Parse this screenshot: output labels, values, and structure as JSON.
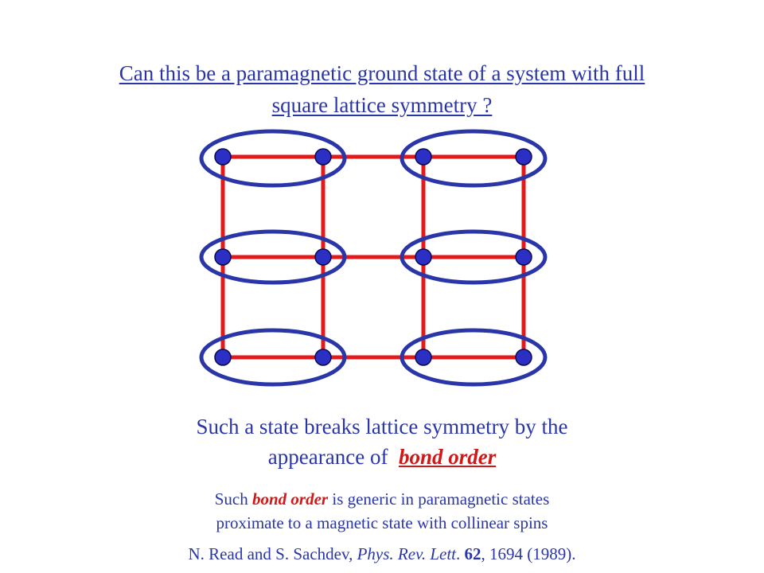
{
  "title": {
    "line1": "Can this be a paramagnetic ground state of a system with full",
    "line2": "square lattice symmetry ?"
  },
  "statement": {
    "line1": "Such a state breaks lattice symmetry by the",
    "line2_prefix": "appearance of",
    "emphasis": "bond order"
  },
  "note": {
    "line1_start": "Such",
    "emphasis": "bond order",
    "line1_end": "is generic in paramagnetic states",
    "line2": "proximate to a magnetic state with collinear spins"
  },
  "reference": {
    "authors": "N. Read and S. Sachdev,",
    "journal": "Phys. Rev. Lett",
    "volume": "62",
    "pages_year": ", 1694 (1989)."
  },
  "colors": {
    "text": "#2a36a8",
    "bond": "#e41a1a",
    "site": "#2b2fc4",
    "ellipse": "#2a36a8",
    "emphasis": "#d01818"
  }
}
